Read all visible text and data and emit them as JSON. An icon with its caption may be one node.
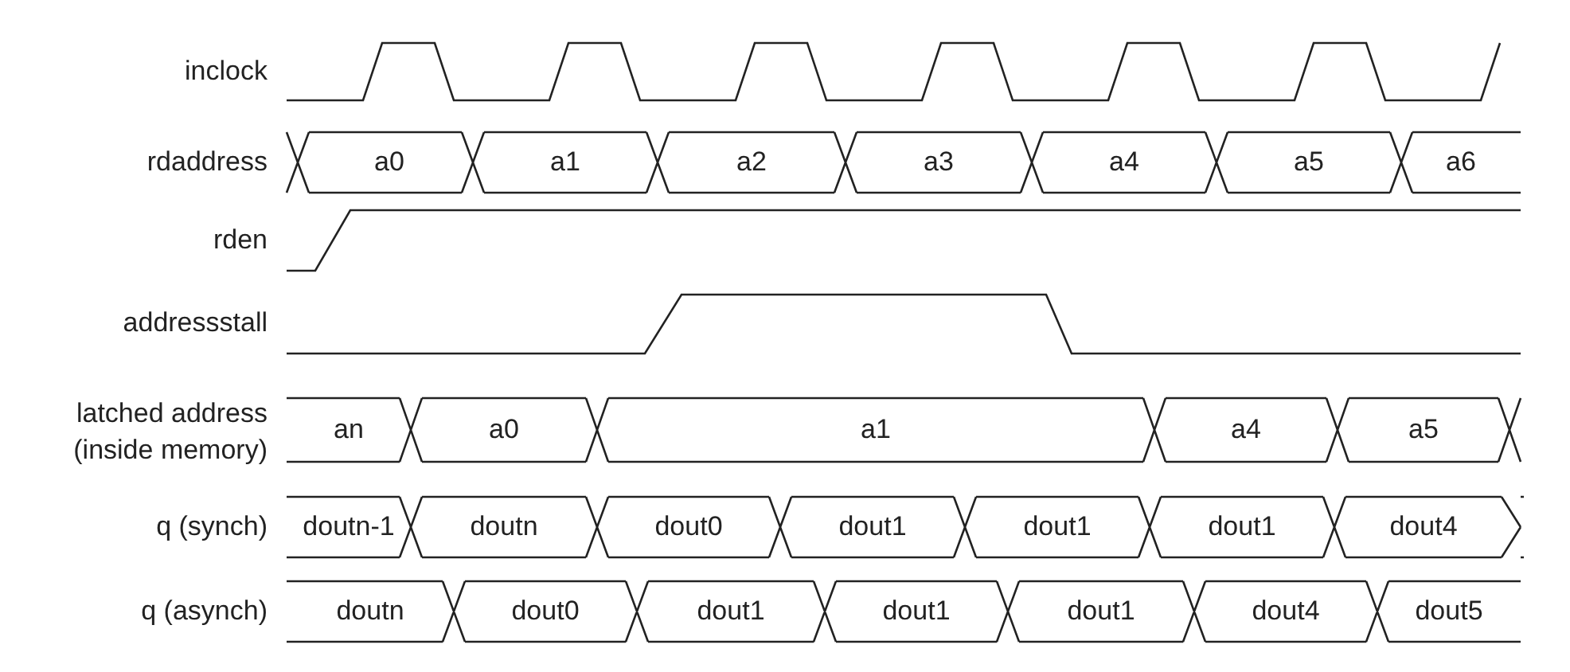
{
  "diagram": {
    "labels": [
      "inclock",
      "rdaddress",
      "a0",
      "a1",
      "a2",
      "a3",
      "a4",
      "a5",
      "a6",
      "rden",
      "addressstall",
      "latched address (inside memory)",
      "an",
      "a0",
      "a1",
      "a4",
      "a5",
      "q (synch)",
      "doutn-1",
      "doutn",
      "dout0",
      "dout1",
      "dout1",
      "dout1",
      "dout4",
      "q (asynch)",
      "doutn",
      "dout0",
      "dout1",
      "dout1",
      "dout1",
      "dout4",
      "dout5"
    ]
  }
}
